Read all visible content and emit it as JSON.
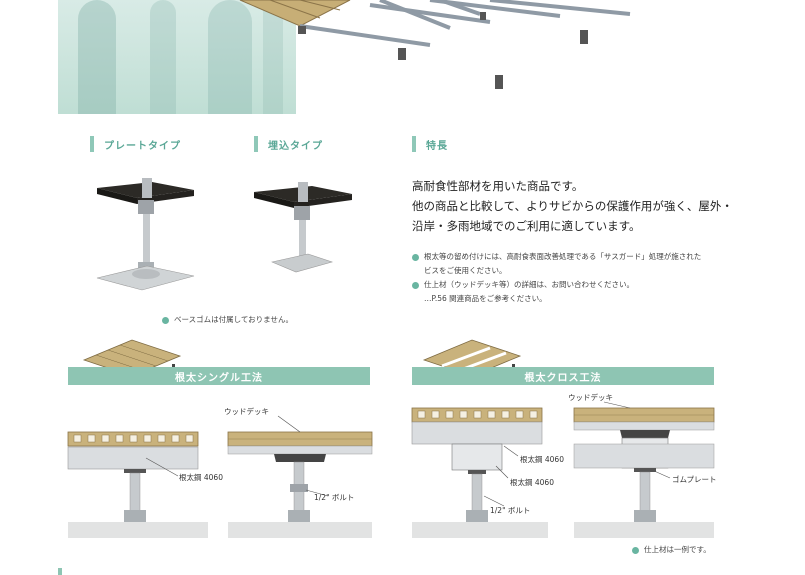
{
  "headings": {
    "plate_type": "プレートタイプ",
    "embed_type": "埋込タイプ",
    "features": "特長"
  },
  "features_text": {
    "line1": "高耐食性部材を用いた商品です。",
    "line2": "他の商品と比較して、よりサビからの保護作用が強く、屋外・",
    "line3": "沿岸・多雨地域でのご利用に適しています。"
  },
  "notes": {
    "note1_line1": "根太等の留め付けには、高耐食表面改善処理である「サスガード」処理が施された",
    "note1_line2": "ビスをご使用ください。",
    "note2_line1": "仕上材（ウッドデッキ等）の詳細は、お問い合わせください。",
    "note2_line2": "…P.56 関連商品をご参考ください。",
    "base_rubber": "ベースゴムは付属しておりません。",
    "finish_example": "仕上材は一例です。"
  },
  "methods": {
    "single": "根太シングル工法",
    "cross": "根太クロス工法"
  },
  "labels": {
    "wood_deck_1": "ウッドデッキ",
    "joist_1": "根太鋼 4060",
    "bolt_1": "1/2\" ボルト",
    "wood_deck_2": "ウッドデッキ",
    "joist_2a": "根太鋼 4060",
    "joist_2b": "根太鋼 4060",
    "bolt_2": "1/2\" ボルト",
    "rubber_plate": "ゴムプレート"
  },
  "colors": {
    "accent": "#8ec5b3",
    "accent_text": "#5aa796",
    "wood": "#c9b27c",
    "steel": "#c9ccd0"
  }
}
